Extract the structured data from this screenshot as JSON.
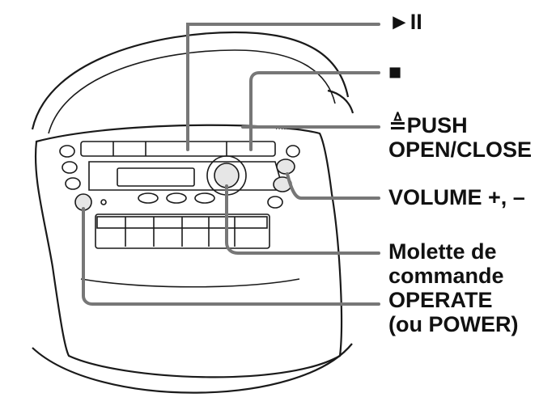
{
  "labels": {
    "play_pause": "►II",
    "stop": "■",
    "push_open_close_line1": "≜PUSH",
    "push_open_close_line2": "OPEN/CLOSE",
    "volume": "VOLUME +, –",
    "molette_line1": "Molette de",
    "molette_line2": "commande",
    "operate_line1": "OPERATE",
    "operate_line2": "(ou POWER)"
  },
  "colors": {
    "outline": "#1a1a1a",
    "leader": "#777777",
    "background": "#ffffff"
  }
}
